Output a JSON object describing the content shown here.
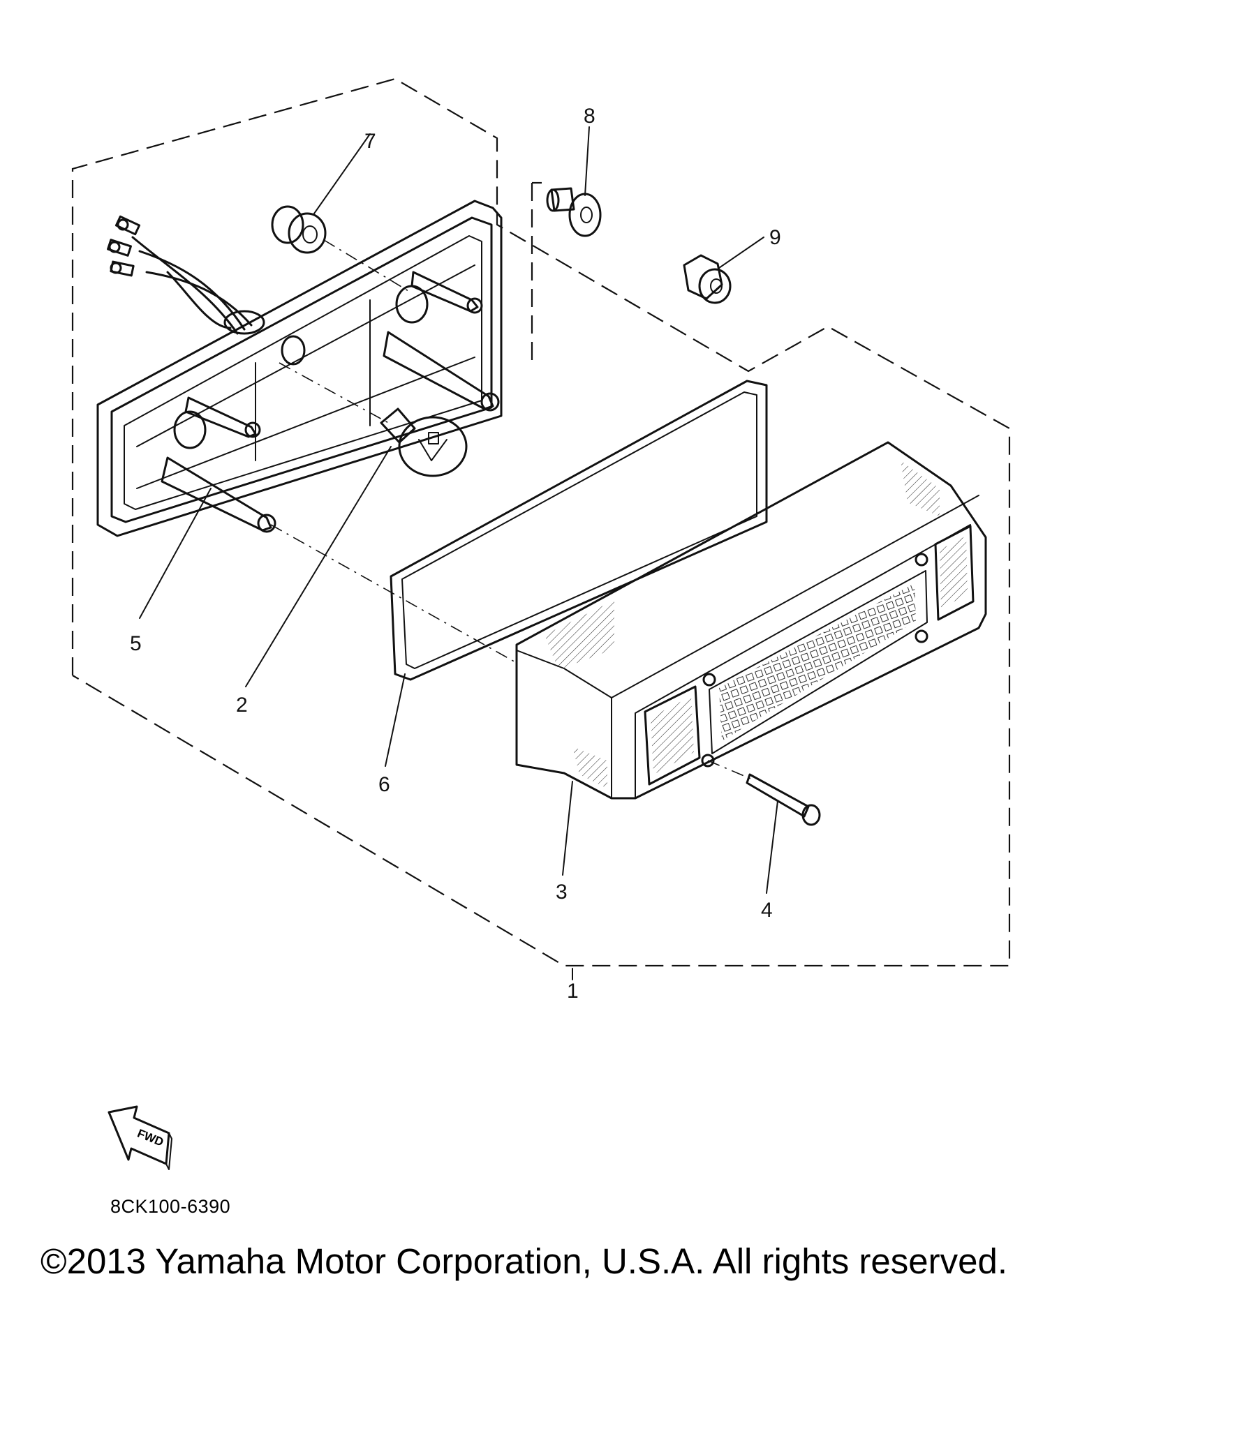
{
  "callouts": [
    {
      "id": "1",
      "label": "1"
    },
    {
      "id": "2",
      "label": "2"
    },
    {
      "id": "3",
      "label": "3"
    },
    {
      "id": "4",
      "label": "4"
    },
    {
      "id": "5",
      "label": "5"
    },
    {
      "id": "6",
      "label": "6"
    },
    {
      "id": "7",
      "label": "7"
    },
    {
      "id": "8",
      "label": "8"
    },
    {
      "id": "9",
      "label": "9"
    }
  ],
  "fwd_label": "FWD",
  "diagram_code": "8CK100-6390",
  "copyright": "©2013 Yamaha Motor Corporation, U.S.A. All rights reserved."
}
